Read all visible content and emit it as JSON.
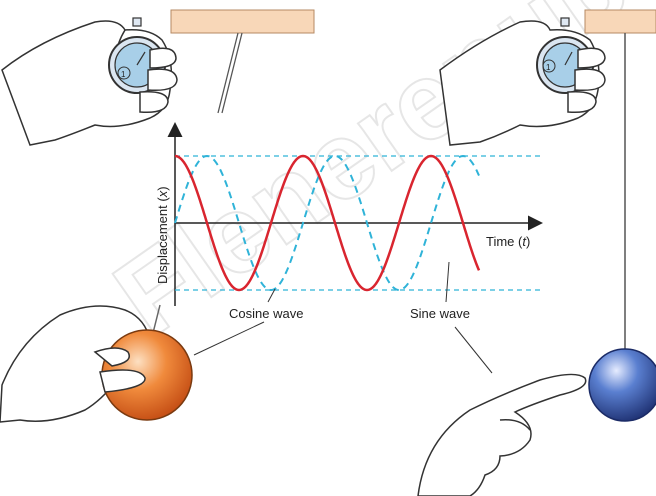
{
  "figure": {
    "y_axis_label_main": "Displacement (",
    "y_axis_label_var": "x",
    "y_axis_label_close": ")",
    "x_axis_label_main": "Time (",
    "x_axis_label_var": "t",
    "x_axis_label_close": ")",
    "cosine_label": "Cosine wave",
    "sine_label": "Sine wave",
    "watermark": "Flenerepubs",
    "stopwatch_digit": "1"
  },
  "colors": {
    "cosine_wave": "#d9252f",
    "sine_wave": "#2fb3d8",
    "axes": "#222222",
    "ceiling": "#f8d7b8",
    "orange_ball": "#ee6b1f",
    "blue_ball": "#2f53a8",
    "watch_face": "#a8cfe8"
  },
  "waves": {
    "cosine": {
      "cycles": 2.375
    },
    "sine": {
      "cycles": 2.375
    }
  }
}
